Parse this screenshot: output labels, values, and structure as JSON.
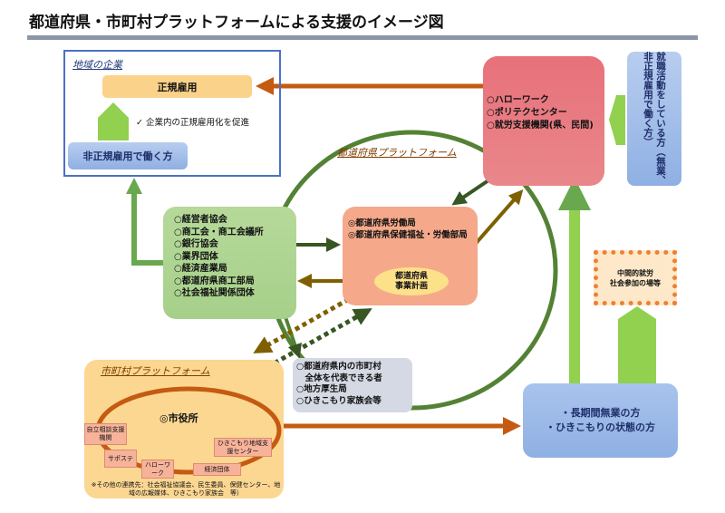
{
  "title": "都道府県・市町村プラットフォームによる支援のイメージ図",
  "company": {
    "label": "地域の企業",
    "regular": "正規雇用",
    "promote": "✓ 企業内の正規雇用化を促進",
    "nonregular": "非正規雇用で働く方"
  },
  "job_services": [
    "○ハローワーク",
    "○ポリテクセンター",
    "○就労支援機関(県、民間)"
  ],
  "job_seekers": "就職活動をしている方（無業、非正規雇用で働く方）",
  "prefecture_platform_label": "都道府県プラットフォーム",
  "economic_orgs": [
    "○経営者協会",
    "○商工会・商工会議所",
    "○銀行協会",
    "○業界団体",
    "○経済産業局",
    "○都道府県商工部局",
    "○社会福祉関係団体"
  ],
  "prefecture_offices": [
    "◎都道府県労働局",
    "◎都道府県保健福祉・労働部局"
  ],
  "business_plan": [
    "都道府県",
    "事業計画"
  ],
  "representatives": [
    "○都道府県内の市町村",
    "　全体を代表できる者",
    "○地方厚生局",
    "○ひきこもり家族会等"
  ],
  "municipal": {
    "label": "市町村プラットフォーム",
    "center": "◎市役所",
    "members": [
      "自立相談支援機関",
      "サポステ",
      "ハローワーク",
      "経済団体",
      "ひきこもり地域支援センター"
    ],
    "note": "※その他の連携先：社会福祉協議会、民生委員、保健センター、地域の広報媒体、ひきこもり家族会　等）"
  },
  "intermediate": [
    "中間的就労",
    "社会参加の場等"
  ],
  "long_term": [
    "・長期間無業の方",
    "・ひきこもりの状態の方"
  ],
  "colors": {
    "orange_arrow": "#c55a11",
    "green": "#548235",
    "light_green": "#92d050",
    "dark_green": "#375623",
    "brown": "#7f6000"
  }
}
